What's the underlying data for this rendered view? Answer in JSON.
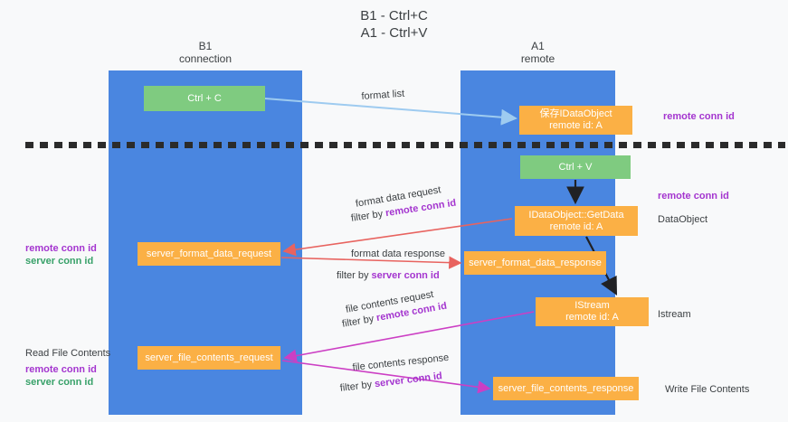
{
  "title": {
    "line1": "B1 - Ctrl+C",
    "line2": "A1 - Ctrl+V"
  },
  "lanes": [
    {
      "id": "b1",
      "name": "B1",
      "role": "connection",
      "color": "#4a86e0"
    },
    {
      "id": "a1",
      "name": "A1",
      "role": "remote",
      "color": "#4a86e0"
    }
  ],
  "boxes": {
    "ctrl_c": {
      "label": "Ctrl + C",
      "color": "#7fcb80"
    },
    "idataobject": {
      "line1": "保存IDataObject",
      "line2": "remote id: A",
      "color": "#fbb045"
    },
    "ctrl_v": {
      "label": "Ctrl + V",
      "color": "#7fcb80"
    },
    "getdata": {
      "line1": "IDataObject::GetData",
      "line2": "remote id: A",
      "color": "#fbb045"
    },
    "server_format_data_request": {
      "label": "server_format_data_request",
      "color": "#fbb045"
    },
    "server_format_data_response": {
      "label": "server_format_data_response",
      "color": "#fbb045"
    },
    "istream": {
      "line1": "IStream",
      "line2": "remote id: A",
      "color": "#fbb045"
    },
    "server_file_contents_request": {
      "label": "server_file_contents_request",
      "color": "#fbb045"
    },
    "server_file_contents_response": {
      "label": "server_file_contents_response",
      "color": "#fbb045"
    }
  },
  "edge_labels": {
    "format_list": "format list",
    "format_data_request": "format data request",
    "format_data_request_filter_pre": "filter by ",
    "format_data_request_filter_key": "remote conn id",
    "format_data_response": "format data response",
    "format_data_response_filter_pre": "filter by ",
    "format_data_response_filter_key": "server conn id",
    "file_contents_request": "file contents request",
    "file_contents_request_filter_pre": "filter by ",
    "file_contents_request_filter_key": "remote conn id",
    "file_contents_response": "file contents response",
    "file_contents_response_filter_pre": "filter by ",
    "file_contents_response_filter_key": "server conn id"
  },
  "annotations": {
    "right_remote_conn_id_top": "remote conn id",
    "right_remote_conn_id_mid": "remote conn id",
    "right_dataobject": "DataObject",
    "right_istream": "Istream",
    "right_write_file_contents": "Write File Contents",
    "left_remote_conn_id_mid": "remote conn id",
    "left_server_conn_id_mid": "server conn id",
    "left_read_file_contents": "Read File Contents",
    "left_remote_conn_id_bottom": "remote conn id",
    "left_server_conn_id_bottom": "server conn id"
  },
  "colors": {
    "lane": "#4a86e0",
    "green_box": "#7fcb80",
    "orange_box": "#fbb045",
    "purple_text": "#a435cf",
    "green_text": "#38a169",
    "arrow_blue": "#9ecbf0",
    "arrow_red": "#e8635f",
    "arrow_magenta": "#cc3fc4",
    "arrow_black": "#202124",
    "divider": "#2b2b2b",
    "background": "#f8f9fa"
  }
}
